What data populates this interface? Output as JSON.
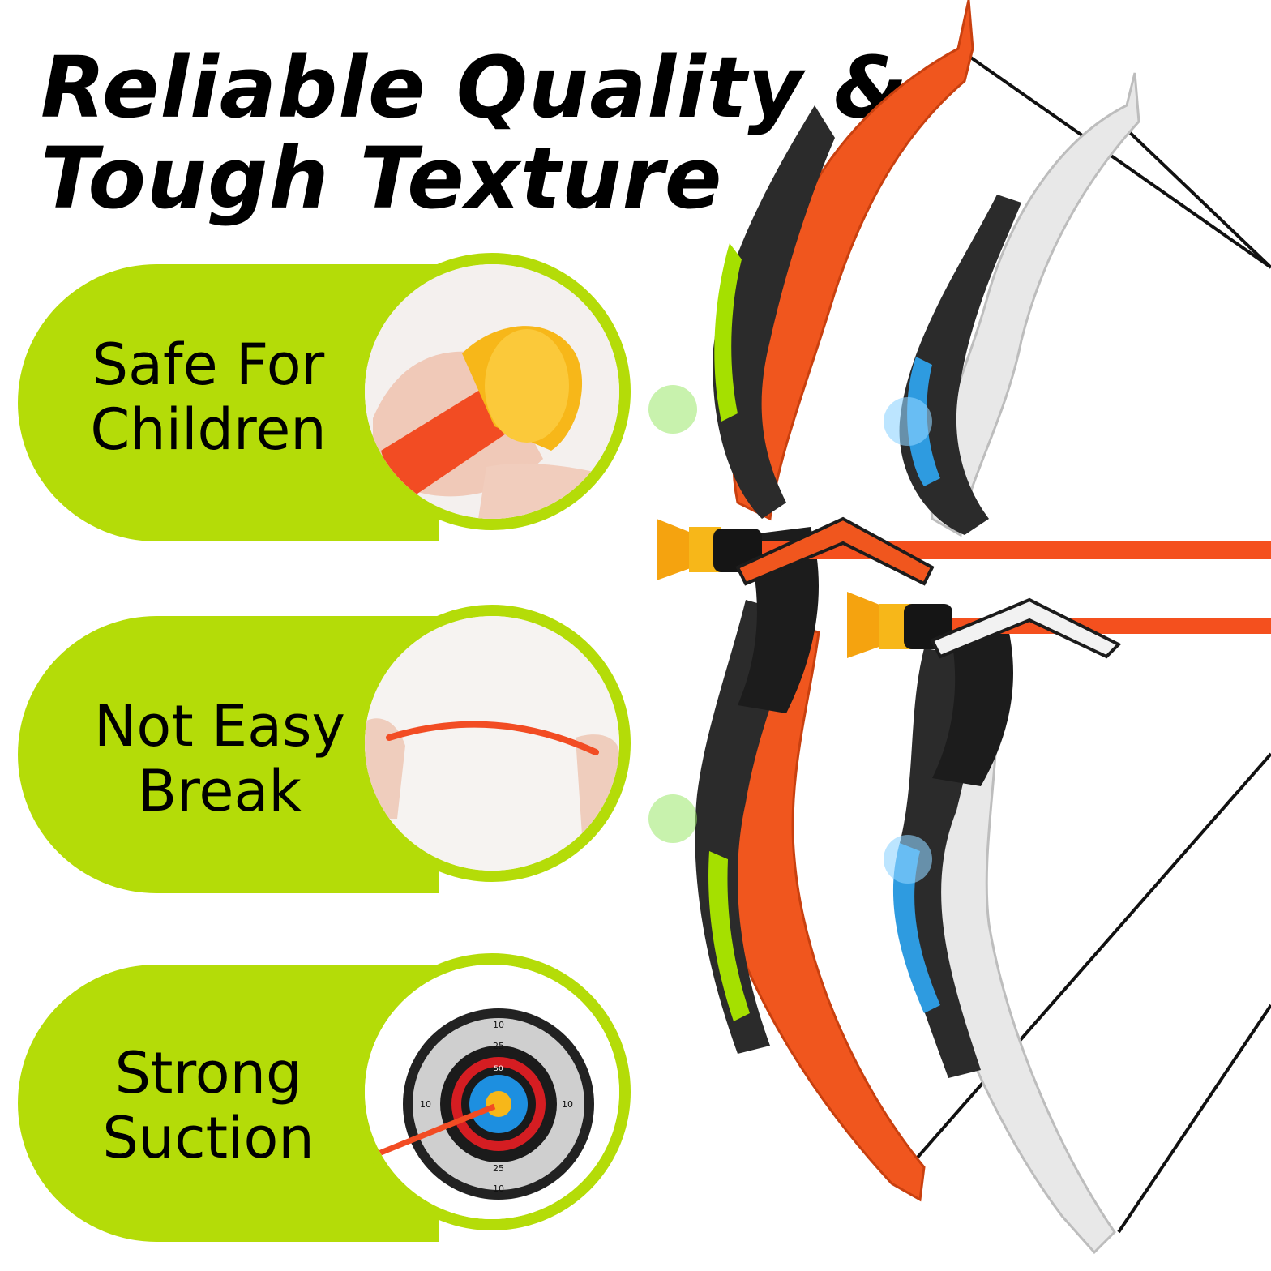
{
  "headline": {
    "line1": "Reliable Quality &",
    "line2": "Tough Texture"
  },
  "features": [
    {
      "line1": "Safe For",
      "line2": "Children",
      "icon": "suction-cup-arrow-icon"
    },
    {
      "line1": "Not Easy",
      "line2": "Break",
      "icon": "stretched-rubber-icon"
    },
    {
      "line1": "Strong",
      "line2": "Suction",
      "icon": "archery-target-icon"
    }
  ],
  "target": {
    "ring_outer": "10",
    "ring_middle": "25",
    "ring_inner": "50"
  },
  "colors": {
    "accent": "#b4dc08",
    "orange_bow": "#f0561e",
    "white_bow": "#e6e6e6",
    "arrow": "#f4501e",
    "suction_cup": "#f5b11a"
  }
}
